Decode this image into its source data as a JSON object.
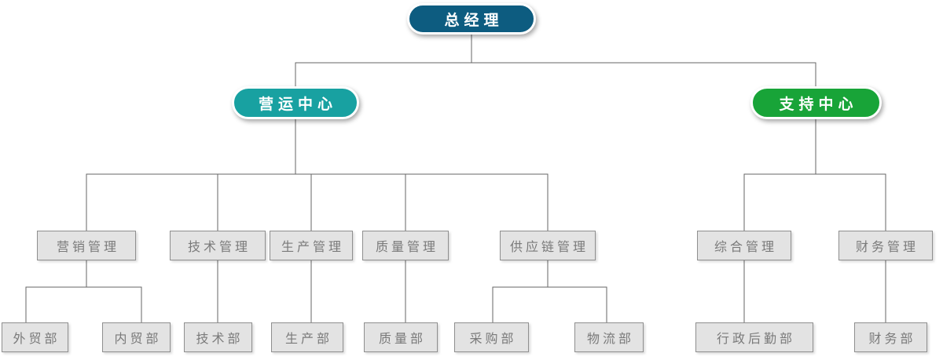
{
  "org_tree": {
    "label": "总经理",
    "color": "#0d5c80",
    "children": [
      {
        "label": "营运中心",
        "color": "#18a1a1",
        "children": [
          {
            "label": "营销管理",
            "children": [
              {
                "label": "外贸部"
              },
              {
                "label": "内贸部"
              }
            ]
          },
          {
            "label": "技术管理",
            "children": [
              {
                "label": "技术部"
              }
            ]
          },
          {
            "label": "生产管理",
            "children": [
              {
                "label": "生产部"
              }
            ]
          },
          {
            "label": "质量管理",
            "children": [
              {
                "label": "质量部"
              }
            ]
          },
          {
            "label": "供应链管理",
            "children": [
              {
                "label": "采购部"
              },
              {
                "label": "物流部"
              }
            ]
          }
        ]
      },
      {
        "label": "支持中心",
        "color": "#18a438",
        "children": [
          {
            "label": "综合管理",
            "children": [
              {
                "label": "行政后勤部"
              }
            ]
          },
          {
            "label": "财务管理",
            "children": [
              {
                "label": "财务部"
              }
            ]
          }
        ]
      }
    ]
  },
  "colors": {
    "root_node": "#0d5c80",
    "operations_center": "#18a1a1",
    "support_center": "#18a438",
    "dept_box_bg": "#e3e3e3",
    "dept_box_border": "#8f8f8f",
    "dept_text": "#7a7a7a",
    "connector": "#666666",
    "background": "#ffffff"
  }
}
